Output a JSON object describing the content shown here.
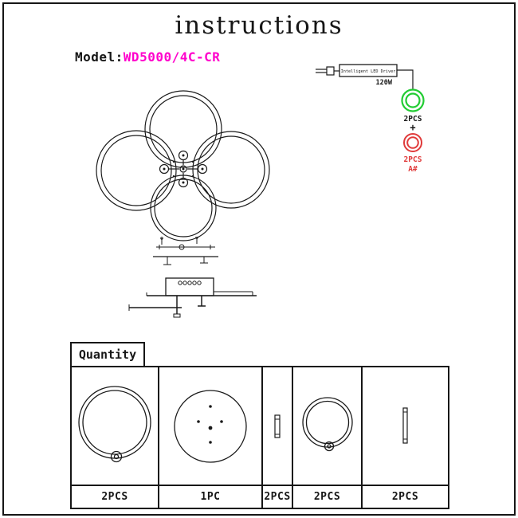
{
  "colors": {
    "accent_magenta": "#ff00cc",
    "ring_green": "#22cc33",
    "ring_red": "#e03a3a",
    "ink": "#161616"
  },
  "page": {
    "title": "instructions",
    "model_label": "Model:",
    "model_value": "WD5000/4C-CR"
  },
  "driver": {
    "box_label": "Intelligent LED Driver",
    "wattage": "120W",
    "green_qty": "2PCS",
    "plus": "+",
    "red_qty": "2PCS",
    "red_note": "A#"
  },
  "quantity": {
    "label": "Quantity",
    "items": [
      {
        "name": "large ring",
        "qty": "2PCS"
      },
      {
        "name": "ceiling canopy",
        "qty": "1PC"
      },
      {
        "name": "short rod",
        "qty": "2PCS"
      },
      {
        "name": "small ring",
        "qty": "2PCS"
      },
      {
        "name": "long rod",
        "qty": "2PCS"
      }
    ]
  }
}
